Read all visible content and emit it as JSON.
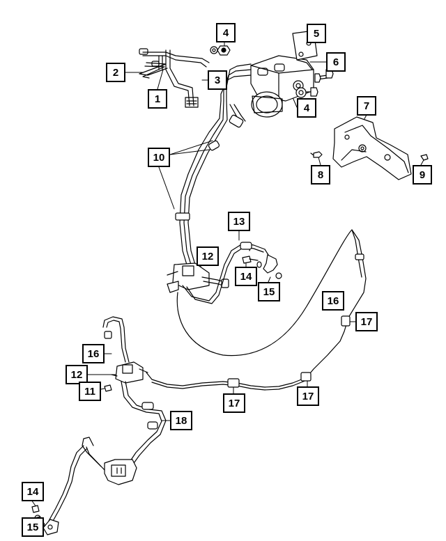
{
  "callouts": [
    {
      "id": "c4a",
      "label": "4"
    },
    {
      "id": "c5",
      "label": "5"
    },
    {
      "id": "c6",
      "label": "6"
    },
    {
      "id": "c2",
      "label": "2"
    },
    {
      "id": "c3",
      "label": "3"
    },
    {
      "id": "c1",
      "label": "1"
    },
    {
      "id": "c4b",
      "label": "4"
    },
    {
      "id": "c7",
      "label": "7"
    },
    {
      "id": "c10",
      "label": "10"
    },
    {
      "id": "c8",
      "label": "8"
    },
    {
      "id": "c9",
      "label": "9"
    },
    {
      "id": "c13",
      "label": "13"
    },
    {
      "id": "c12a",
      "label": "12"
    },
    {
      "id": "c14a",
      "label": "14"
    },
    {
      "id": "c15a",
      "label": "15"
    },
    {
      "id": "c16a",
      "label": "16"
    },
    {
      "id": "c17a",
      "label": "17"
    },
    {
      "id": "c16b",
      "label": "16"
    },
    {
      "id": "c12b",
      "label": "12"
    },
    {
      "id": "c11",
      "label": "11"
    },
    {
      "id": "c17b",
      "label": "17"
    },
    {
      "id": "c17c",
      "label": "17"
    },
    {
      "id": "c18",
      "label": "18"
    },
    {
      "id": "c14b",
      "label": "14"
    },
    {
      "id": "c15b",
      "label": "15"
    }
  ]
}
